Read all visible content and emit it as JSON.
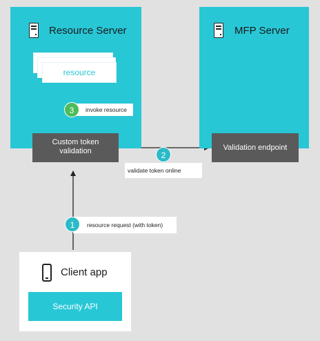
{
  "resource_server": {
    "title": "Resource Server",
    "icon": "server-icon"
  },
  "mfp_server": {
    "title": "MFP Server",
    "icon": "server-icon"
  },
  "resource_card": {
    "label": "resource"
  },
  "custom_token_box": {
    "line1": "Custom token",
    "line2": "validation"
  },
  "validation_endpoint": {
    "label": "Validation endpoint"
  },
  "steps": [
    {
      "number": "1",
      "label": "resource request (with token)",
      "color": "#2bbbc8"
    },
    {
      "number": "2",
      "label": "validate token online",
      "color": "#2bbbc8"
    },
    {
      "number": "3",
      "label": "invoke resource",
      "color": "#4cbc5a"
    }
  ],
  "client": {
    "title": "Client app",
    "icon": "phone-icon",
    "security_api": "Security API"
  },
  "colors": {
    "accent": "#28c7d6",
    "dark": "#5a5a5a",
    "background": "#e1e1e1",
    "step3": "#4cbc5a"
  }
}
